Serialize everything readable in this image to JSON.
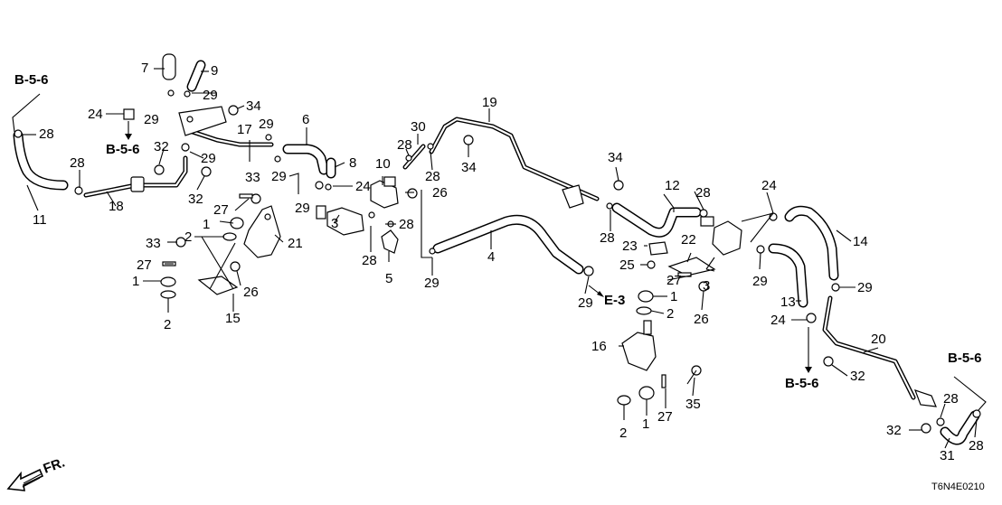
{
  "diagram_code": "T6N4E0210",
  "front_marker": "FR.",
  "ref_labels": {
    "b56_top_left": "B-5-6",
    "b56_mid_left": "B-5-6",
    "e3": "E-3",
    "b56_bottom": "B-5-6",
    "b56_right": "B-5-6"
  },
  "callouts": [
    {
      "id": "c1",
      "text": "7"
    },
    {
      "id": "c2",
      "text": "9"
    },
    {
      "id": "c3",
      "text": "29"
    },
    {
      "id": "c4",
      "text": "24"
    },
    {
      "id": "c5",
      "text": "29"
    },
    {
      "id": "c6",
      "text": "34"
    },
    {
      "id": "c7",
      "text": "28"
    },
    {
      "id": "c8",
      "text": "17"
    },
    {
      "id": "c9",
      "text": "29"
    },
    {
      "id": "c10",
      "text": "6"
    },
    {
      "id": "c11",
      "text": "32"
    },
    {
      "id": "c12",
      "text": "29"
    },
    {
      "id": "c13",
      "text": "28"
    },
    {
      "id": "c14",
      "text": "11"
    },
    {
      "id": "c15",
      "text": "18"
    },
    {
      "id": "c16",
      "text": "32"
    },
    {
      "id": "c17",
      "text": "33"
    },
    {
      "id": "c18",
      "text": "27"
    },
    {
      "id": "c19",
      "text": "1"
    },
    {
      "id": "c20",
      "text": "2"
    },
    {
      "id": "c21",
      "text": "21"
    },
    {
      "id": "c22",
      "text": "33"
    },
    {
      "id": "c23",
      "text": "27"
    },
    {
      "id": "c24",
      "text": "1"
    },
    {
      "id": "c25",
      "text": "2"
    },
    {
      "id": "c26",
      "text": "26"
    },
    {
      "id": "c27",
      "text": "15"
    },
    {
      "id": "c28",
      "text": "29"
    },
    {
      "id": "c29",
      "text": "8"
    },
    {
      "id": "c30",
      "text": "10"
    },
    {
      "id": "c31",
      "text": "24"
    },
    {
      "id": "c32",
      "text": "29"
    },
    {
      "id": "c33",
      "text": "3"
    },
    {
      "id": "c34",
      "text": "28"
    },
    {
      "id": "c35",
      "text": "5"
    },
    {
      "id": "c36",
      "text": "28"
    },
    {
      "id": "c37",
      "text": "30"
    },
    {
      "id": "c38",
      "text": "28"
    },
    {
      "id": "c39",
      "text": "28"
    },
    {
      "id": "c40",
      "text": "26"
    },
    {
      "id": "c41",
      "text": "19"
    },
    {
      "id": "c42",
      "text": "34"
    },
    {
      "id": "c43",
      "text": "29"
    },
    {
      "id": "c44",
      "text": "4"
    },
    {
      "id": "c45",
      "text": "29"
    },
    {
      "id": "c46",
      "text": "34"
    },
    {
      "id": "c47",
      "text": "28"
    },
    {
      "id": "c48",
      "text": "12"
    },
    {
      "id": "c49",
      "text": "28"
    },
    {
      "id": "c50",
      "text": "23"
    },
    {
      "id": "c51",
      "text": "22"
    },
    {
      "id": "c52",
      "text": "25"
    },
    {
      "id": "c53",
      "text": "27"
    },
    {
      "id": "c54",
      "text": "1"
    },
    {
      "id": "c55",
      "text": "2"
    },
    {
      "id": "c56",
      "text": "26"
    },
    {
      "id": "c57",
      "text": "16"
    },
    {
      "id": "c58",
      "text": "3"
    },
    {
      "id": "c59",
      "text": "24"
    },
    {
      "id": "c60",
      "text": "14"
    },
    {
      "id": "c61",
      "text": "29"
    },
    {
      "id": "c62",
      "text": "13"
    },
    {
      "id": "c63",
      "text": "29"
    },
    {
      "id": "c64",
      "text": "24"
    },
    {
      "id": "c65",
      "text": "20"
    },
    {
      "id": "c66",
      "text": "32"
    },
    {
      "id": "c67",
      "text": "35"
    },
    {
      "id": "c68",
      "text": "2"
    },
    {
      "id": "c69",
      "text": "1"
    },
    {
      "id": "c70",
      "text": "27"
    },
    {
      "id": "c71",
      "text": "28"
    },
    {
      "id": "c72",
      "text": "28"
    },
    {
      "id": "c73",
      "text": "32"
    },
    {
      "id": "c74",
      "text": "31"
    }
  ]
}
